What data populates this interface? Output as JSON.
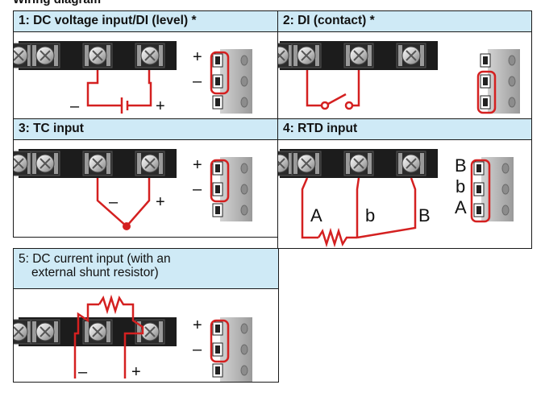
{
  "top_title": "Wiring diagram",
  "panels": [
    {
      "title": "1: DC voltage input/DI (level) *",
      "wire_labels": [
        "–",
        "+"
      ],
      "terminal_labels": [
        "+",
        "–"
      ]
    },
    {
      "title": "2: DI (contact) *",
      "wire_labels": [],
      "terminal_labels": []
    },
    {
      "title": "3: TC input",
      "wire_labels": [
        "–",
        "+"
      ],
      "terminal_labels": [
        "+",
        "–"
      ]
    },
    {
      "title": "4: RTD input",
      "wire_labels": [
        "A",
        "b",
        "B"
      ],
      "terminal_labels": [
        "B",
        "b",
        "A"
      ]
    },
    {
      "title_line1": "5: DC current input (with an",
      "title_line2": "external shunt resistor)",
      "wire_labels": [
        "–",
        "+"
      ],
      "terminal_labels": [
        "+",
        "–"
      ]
    }
  ],
  "colors": {
    "header_bg": "#cfeaf6",
    "wire": "#d42020",
    "terminal_block": "#1c1c1c",
    "border": "#1a1a1a"
  }
}
